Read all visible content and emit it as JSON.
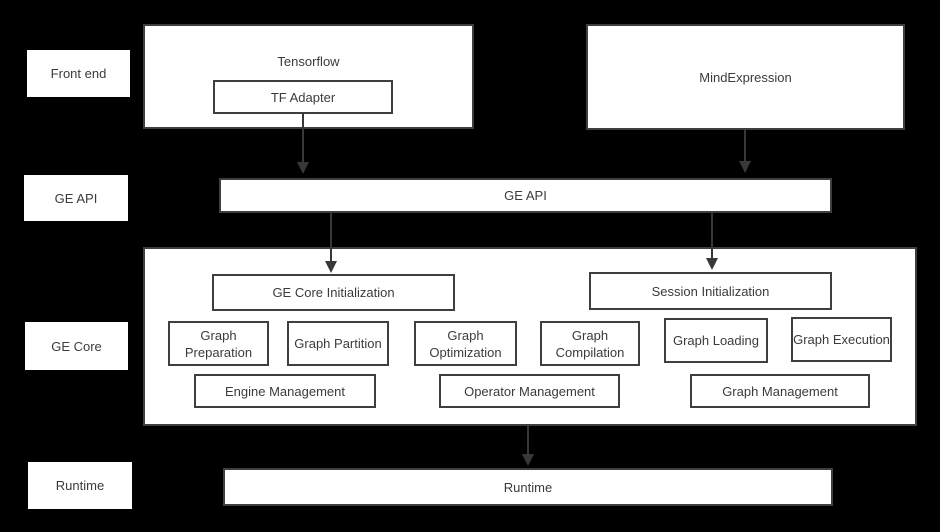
{
  "colors": {
    "background": "#000000",
    "box_fill": "#ffffff",
    "border": "#3f3f3f",
    "text": "#3b3b3b",
    "arrow": "#383838"
  },
  "side_labels": {
    "front_end": "Front end",
    "ge_api": "GE API",
    "ge_core": "GE Core",
    "runtime": "Runtime"
  },
  "front_end": {
    "tensorflow_label": "Tensorflow",
    "tf_adapter_label": "TF Adapter",
    "mindexpression_label": "MindExpression"
  },
  "ge_api": {
    "bar_label": "GE API"
  },
  "ge_core": {
    "init_left": "GE Core Initialization",
    "init_right": "Session Initialization",
    "stages": [
      "Graph Preparation",
      "Graph Partition",
      "Graph Optimization",
      "Graph Compilation",
      "Graph Loading",
      "Graph Execution"
    ],
    "management": [
      "Engine Management",
      "Operator Management",
      "Graph Management"
    ]
  },
  "runtime": {
    "bar_label": "Runtime"
  }
}
